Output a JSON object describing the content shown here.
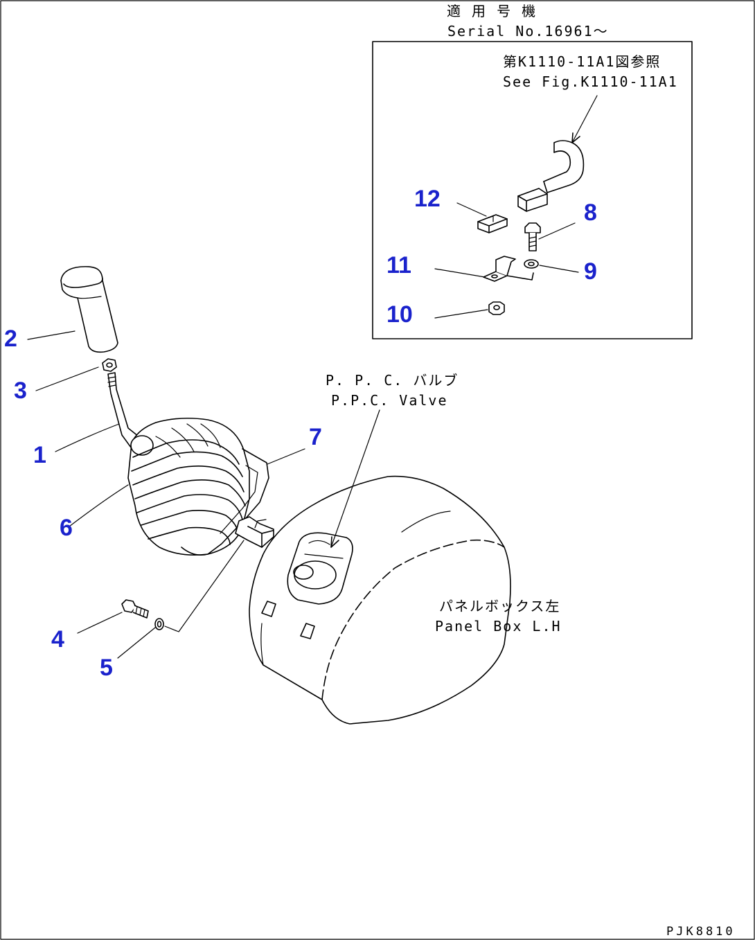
{
  "inset": {
    "applicable_ja": "適 用 号 機",
    "serial": "Serial No.16961～",
    "ref_ja": "第K1110-11A1図参照",
    "ref_en": "See Fig.K1110-11A1"
  },
  "labels": {
    "ppc_ja": "P. P. C. バルブ",
    "ppc_en": "P.P.C. Valve",
    "panel_ja": "パネルボックス左",
    "panel_en": "Panel Box L.H"
  },
  "callouts": {
    "c1": "1",
    "c2": "2",
    "c3": "3",
    "c4": "4",
    "c5": "5",
    "c6": "6",
    "c7": "7",
    "c8": "8",
    "c9": "9",
    "c10": "10",
    "c11": "11",
    "c12": "12"
  },
  "drawing_code": "PJK8810",
  "colors": {
    "callout": "#1a22cc",
    "line": "#000000",
    "background": "#ffffff"
  }
}
